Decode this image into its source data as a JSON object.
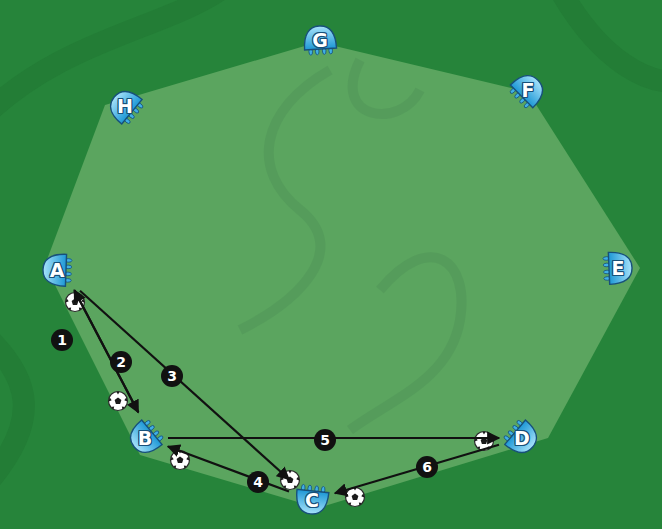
{
  "diagram": {
    "nodes": [
      {
        "text": [
          "A"
        ]
      },
      {
        "text": [
          "B"
        ]
      },
      {
        "text": [
          "C"
        ]
      },
      {
        "text": [
          "D"
        ]
      },
      {
        "text": [
          "E"
        ]
      },
      {
        "text": [
          "F"
        ]
      },
      {
        "text": [
          "G"
        ]
      },
      {
        "text": [
          "H"
        ]
      }
    ],
    "edges": [
      {
        "from": 0,
        "to": 1,
        "arrow": "to",
        "label": "1"
      },
      {
        "from": 1,
        "to": 0,
        "arrow": "to",
        "label": "2"
      },
      {
        "from": 0,
        "to": 2,
        "arrow": "to",
        "label": "3"
      },
      {
        "from": 2,
        "to": 1,
        "arrow": "to",
        "label": "4"
      },
      {
        "from": 1,
        "to": 3,
        "arrow": "to",
        "label": "5"
      },
      {
        "from": 3,
        "to": 2,
        "arrow": "to",
        "label": "6"
      }
    ]
  }
}
